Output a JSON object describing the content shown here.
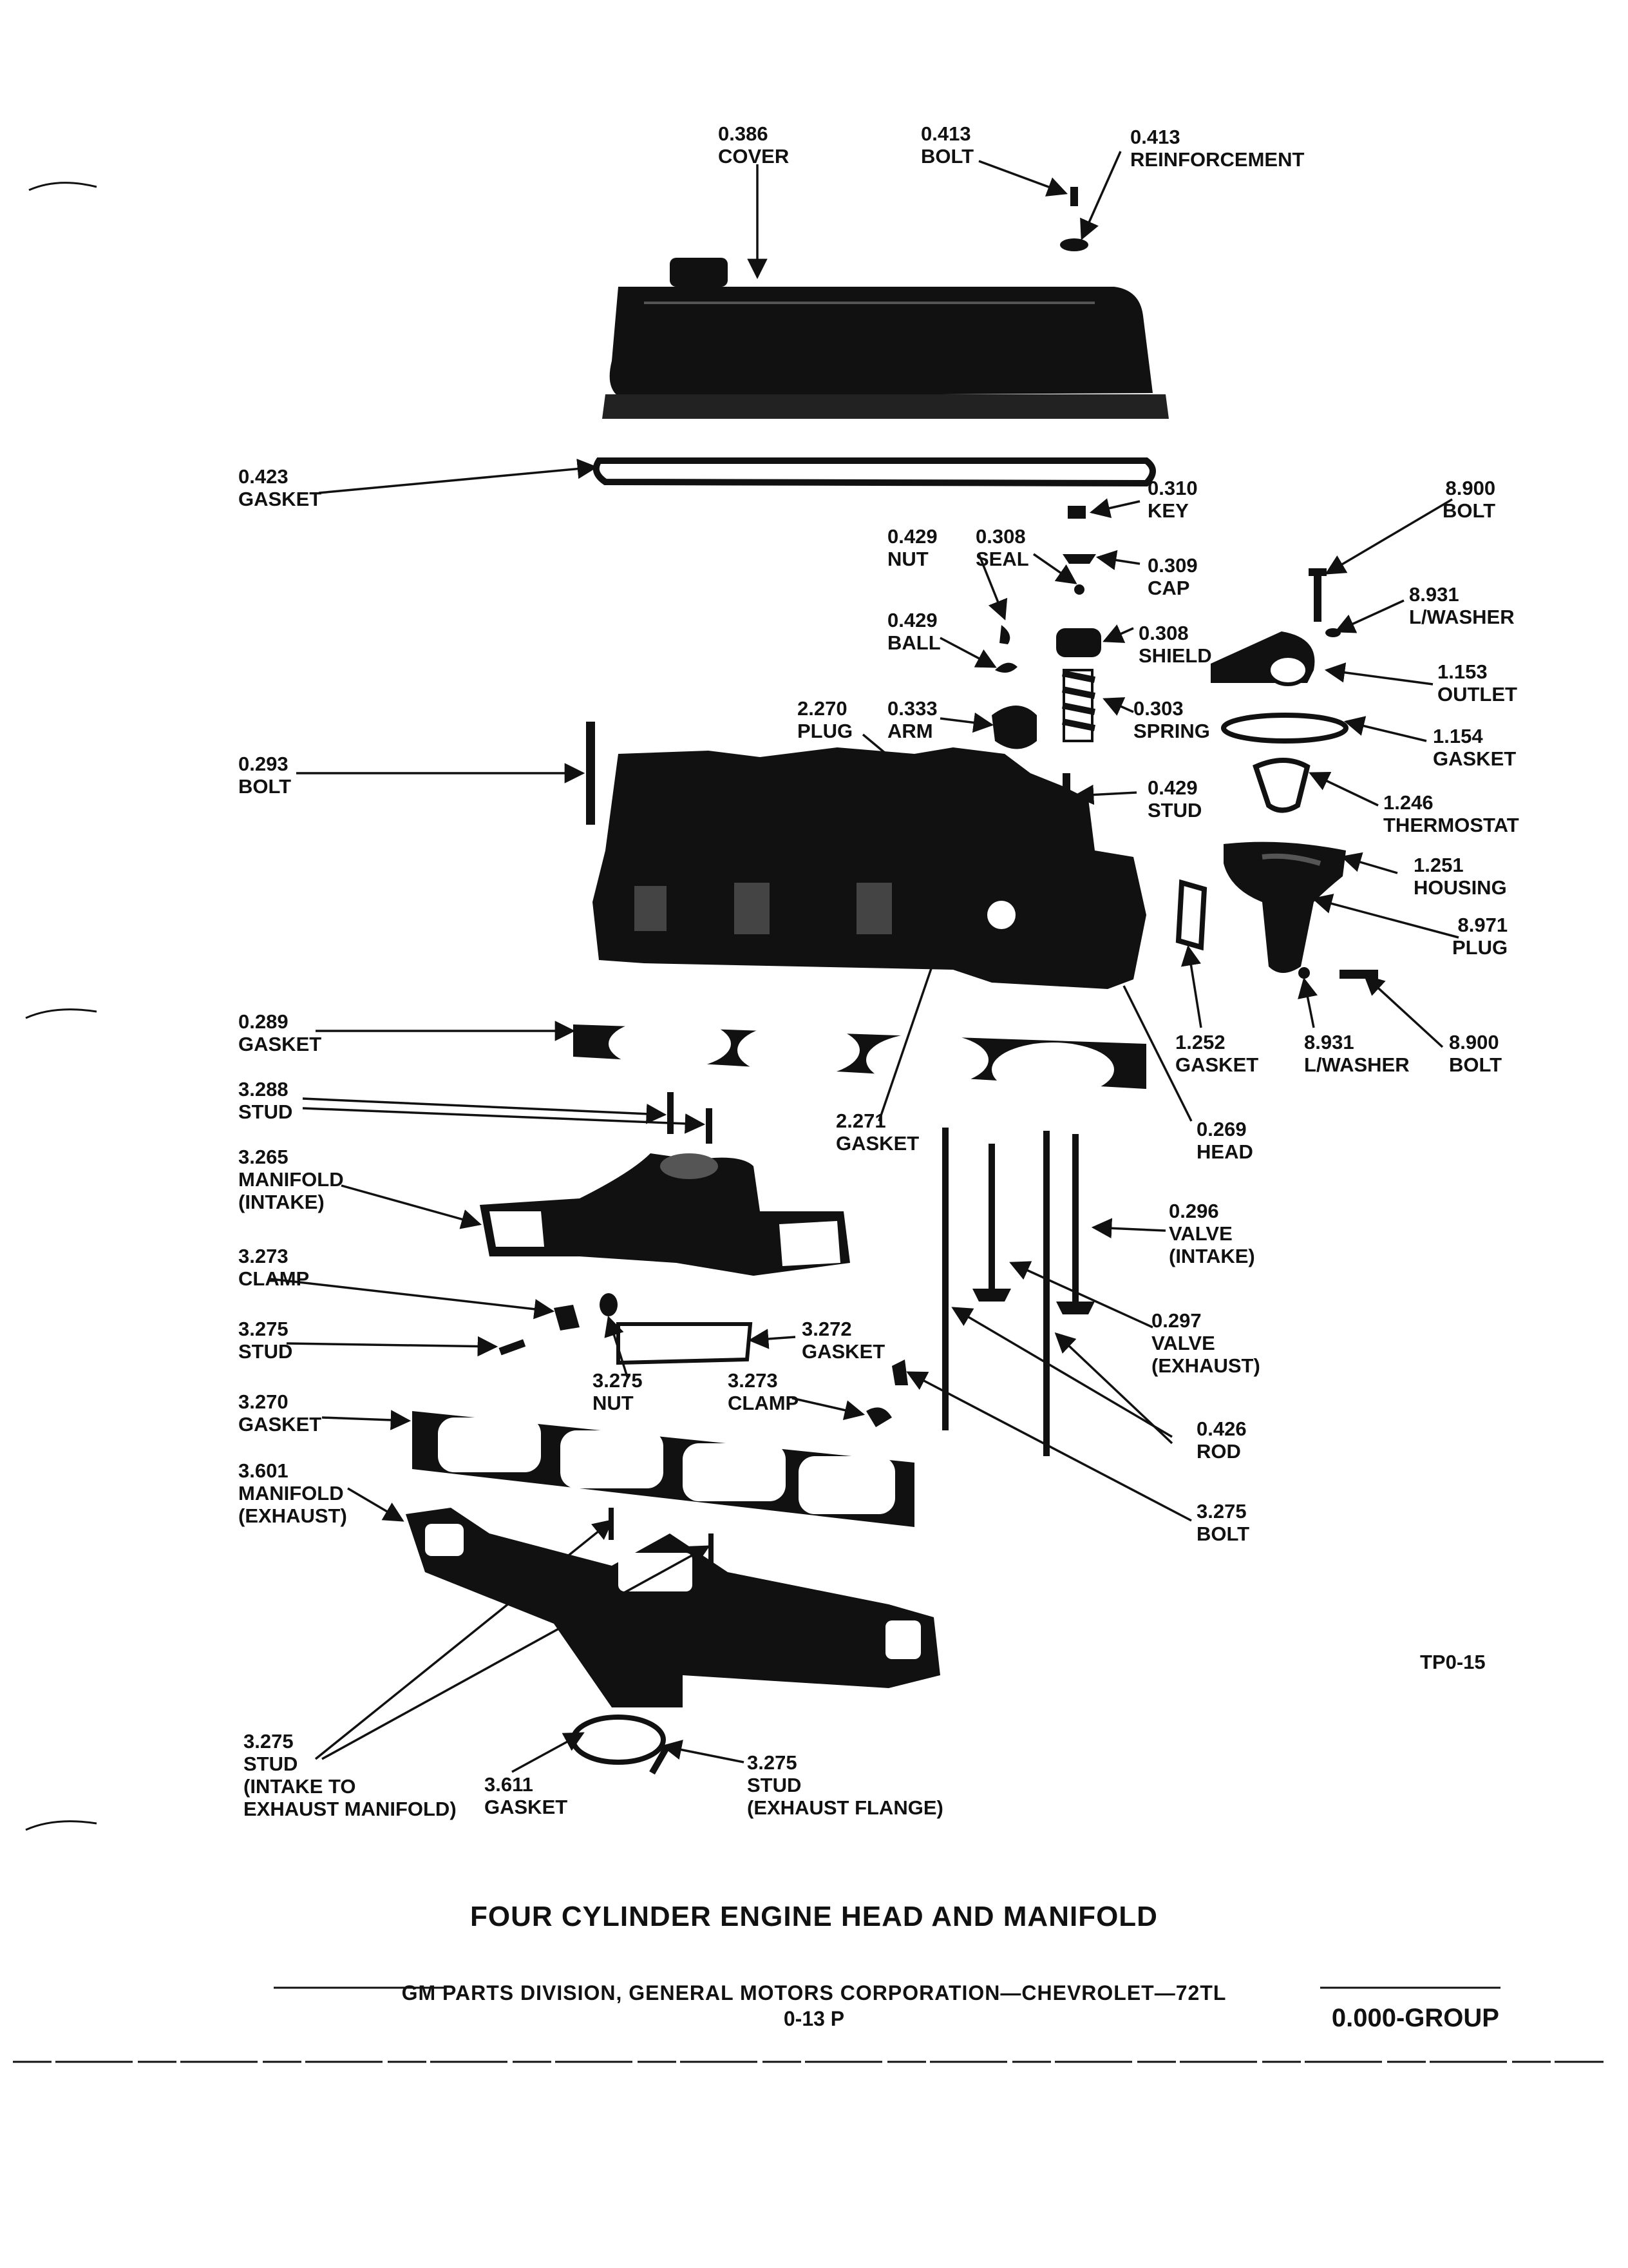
{
  "figure_id": "TP0-15",
  "title": "FOUR CYLINDER ENGINE HEAD AND MANIFOLD",
  "footer": {
    "publisher": "GM PARTS DIVISION, GENERAL MOTORS CORPORATION—CHEVROLET—72TL",
    "page": "0-13 P",
    "group": "0.000-GROUP"
  },
  "callouts": {
    "cover": [
      "0.386",
      "COVER"
    ],
    "bolt_top": [
      "0.413",
      "BOLT"
    ],
    "reinforcement": [
      "0.413",
      "REINFORCEMENT"
    ],
    "gasket_cover": [
      "0.423",
      "GASKET"
    ],
    "key": [
      "0.310",
      "KEY"
    ],
    "bolt_outlet": [
      "8.900",
      "BOLT"
    ],
    "nut": [
      "0.429",
      "NUT"
    ],
    "seal": [
      "0.308",
      "SEAL"
    ],
    "cap": [
      "0.309",
      "CAP"
    ],
    "lwasher_top": [
      "8.931",
      "L/WASHER"
    ],
    "ball": [
      "0.429",
      "BALL"
    ],
    "shield": [
      "0.308",
      "SHIELD"
    ],
    "outlet": [
      "1.153",
      "OUTLET"
    ],
    "plug_head": [
      "2.270",
      "PLUG"
    ],
    "arm": [
      "0.333",
      "ARM"
    ],
    "spring": [
      "0.303",
      "SPRING"
    ],
    "gasket_outlet": [
      "1.154",
      "GASKET"
    ],
    "bolt_head": [
      "0.293",
      "BOLT"
    ],
    "stud_rocker": [
      "0.429",
      "STUD"
    ],
    "thermostat": [
      "1.246",
      "THERMOSTAT"
    ],
    "housing": [
      "1.251",
      "HOUSING"
    ],
    "plug_housing": [
      "8.971",
      "PLUG"
    ],
    "gasket_head": [
      "0.289",
      "GASKET"
    ],
    "gasket_housing": [
      "1.252",
      "GASKET"
    ],
    "lwasher_bottom": [
      "8.931",
      "L/WASHER"
    ],
    "bolt_housing": [
      "8.900",
      "BOLT"
    ],
    "stud_manifold": [
      "3.288",
      "STUD"
    ],
    "gasket_plug": [
      "2.271",
      "GASKET"
    ],
    "head": [
      "0.269",
      "HEAD"
    ],
    "manifold_intake": [
      "3.265",
      "MANIFOLD",
      "(INTAKE)"
    ],
    "valve_intake": [
      "0.296",
      "VALVE",
      "(INTAKE)"
    ],
    "clamp_left": [
      "3.273",
      "CLAMP"
    ],
    "valve_exhaust": [
      "0.297",
      "VALVE",
      "(EXHAUST)"
    ],
    "stud_left": [
      "3.275",
      "STUD"
    ],
    "gasket_plate": [
      "3.272",
      "GASKET"
    ],
    "nut_manifold": [
      "3.275",
      "NUT"
    ],
    "clamp_right": [
      "3.273",
      "CLAMP"
    ],
    "gasket_manifold": [
      "3.270",
      "GASKET"
    ],
    "rod": [
      "0.426",
      "ROD"
    ],
    "manifold_exhaust": [
      "3.601",
      "MANIFOLD",
      "(EXHAUST)"
    ],
    "bolt_clamp": [
      "3.275",
      "BOLT"
    ],
    "stud_intake_exhaust": [
      "3.275",
      "STUD",
      "(INTAKE TO",
      "EXHAUST MANIFOLD)"
    ],
    "gasket_flange": [
      "3.611",
      "GASKET"
    ],
    "stud_flange": [
      "3.275",
      "STUD",
      "(EXHAUST FLANGE)"
    ]
  }
}
